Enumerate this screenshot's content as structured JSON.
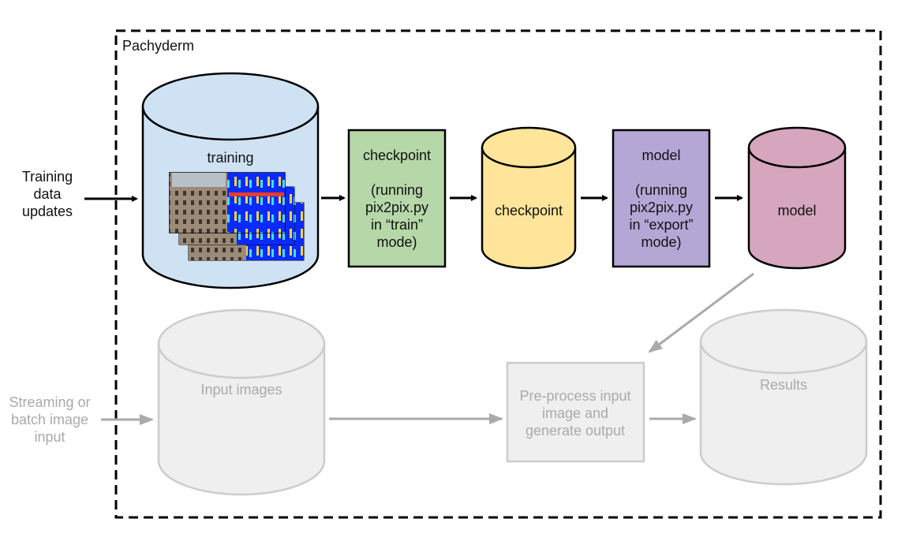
{
  "container": {
    "title": "Pachyderm"
  },
  "top_flow": {
    "input_label": [
      "Training",
      "data",
      "updates"
    ],
    "training_repo": {
      "label": "training",
      "color": "#cfe2f3"
    },
    "checkpoint_pipeline": {
      "lines": [
        "checkpoint",
        "",
        "(running",
        "pix2pix.py",
        "in “train”",
        "mode)"
      ],
      "color": "#b6d7a8"
    },
    "checkpoint_repo": {
      "label": "checkpoint",
      "color": "#ffe599"
    },
    "model_pipeline": {
      "lines": [
        "model",
        "",
        "(running",
        "pix2pix.py",
        "in “export”",
        "mode)"
      ],
      "color": "#b4a7d6"
    },
    "model_repo": {
      "label": "model",
      "color": "#d5a6bd"
    }
  },
  "bottom_flow": {
    "input_label": [
      "Streaming or",
      "batch image",
      "input"
    ],
    "input_repo": {
      "label": "Input images"
    },
    "process_box": {
      "lines": [
        "Pre-process input",
        "image and",
        "generate output"
      ]
    },
    "results_repo": {
      "label": "Results"
    },
    "color": "#efefef"
  }
}
